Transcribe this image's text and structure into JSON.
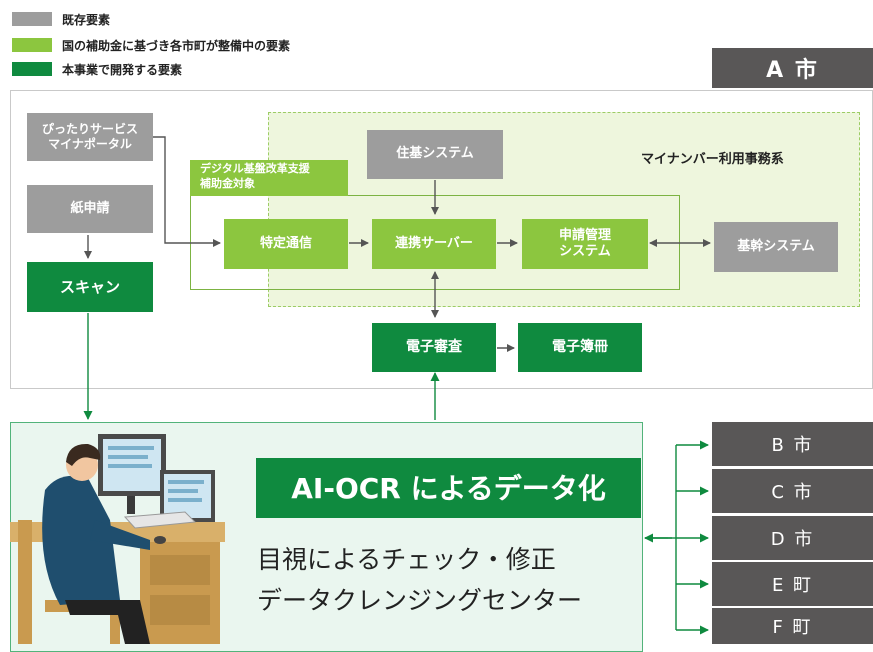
{
  "legend": [
    {
      "label": "既存要素",
      "color": "#9d9d9d"
    },
    {
      "label": "国の補助金に基づき各市町が整備中の要素",
      "color": "#8cc63f"
    },
    {
      "label": "本事業で開発する要素",
      "color": "#0f8a3f"
    }
  ],
  "city_header": "A 市",
  "region_label": "マイナンバー利用事務系",
  "subsidy_label": "デジタル基盤改革支援\n補助金対象",
  "nodes": {
    "pittari": "ぴったりサービス\nマイナポータル",
    "paper": "紙申請",
    "scan": "スキャン",
    "juki": "住基システム",
    "tokutei": "特定通信",
    "renkei": "連携サーバー",
    "shinsei": "申請管理\nシステム",
    "kikan": "基幹システム",
    "denshi_shinsa": "電子審査",
    "denshi_boo": "電子簿冊"
  },
  "center": {
    "title": "AI-OCR によるデータ化",
    "line1": "目視によるチェック・修正",
    "line2": "データクレンジングセンター"
  },
  "cities": [
    "B 市",
    "C 市",
    "D 市",
    "E 町",
    "F 町"
  ],
  "colors": {
    "gray": "#9d9d9d",
    "light_green": "#8cc63f",
    "dark_green": "#0f8a3f",
    "city": "#595757"
  }
}
